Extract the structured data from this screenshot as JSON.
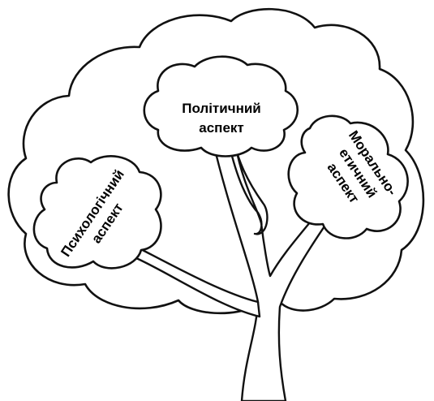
{
  "aspects": {
    "political": {
      "line1": "Політичний",
      "line2": "аспект"
    },
    "psychological": {
      "line1": "Психологічний",
      "line2": "аспект"
    },
    "moral": {
      "line1": "Морально-",
      "line2": "етичний",
      "line3": "аспект"
    }
  },
  "colors": {
    "stroke": "#111111",
    "background": "#ffffff",
    "text": "#000000"
  }
}
